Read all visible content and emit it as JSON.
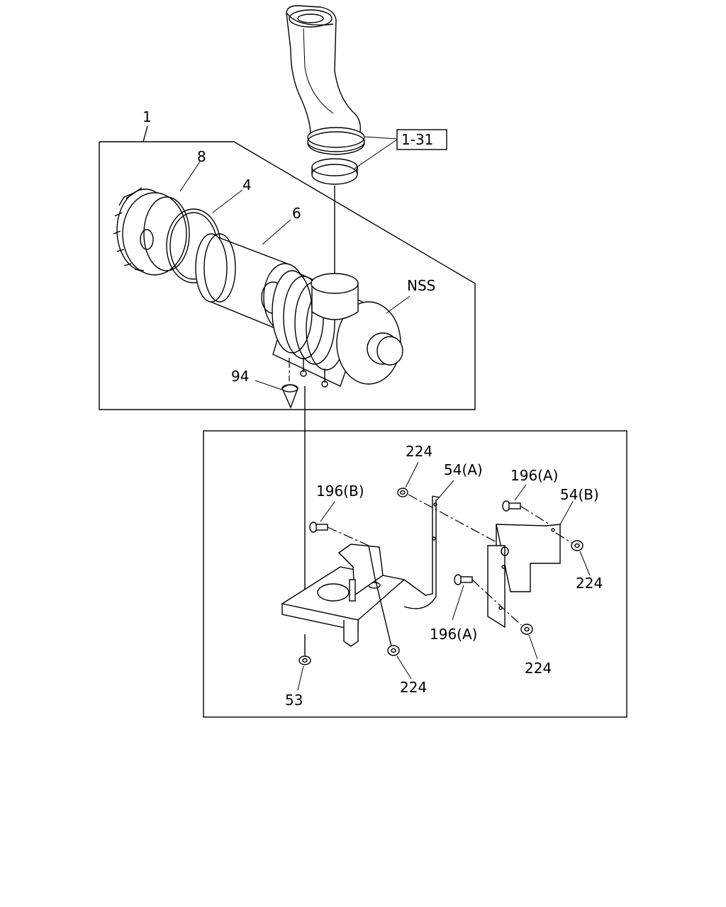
{
  "diagram": {
    "labels": {
      "assembly": "1",
      "ref_box": "1-31",
      "p8": "8",
      "p4": "4",
      "p6": "6",
      "nss": "NSS",
      "p94": "94",
      "p224_a": "224",
      "p54a": "54(A)",
      "p196a_top": "196(A)",
      "p54b": "54(B)",
      "p196b": "196(B)",
      "p224_b": "224",
      "p196a_mid": "196(A)",
      "p224_c": "224",
      "p224_d": "224",
      "p53": "53"
    }
  }
}
